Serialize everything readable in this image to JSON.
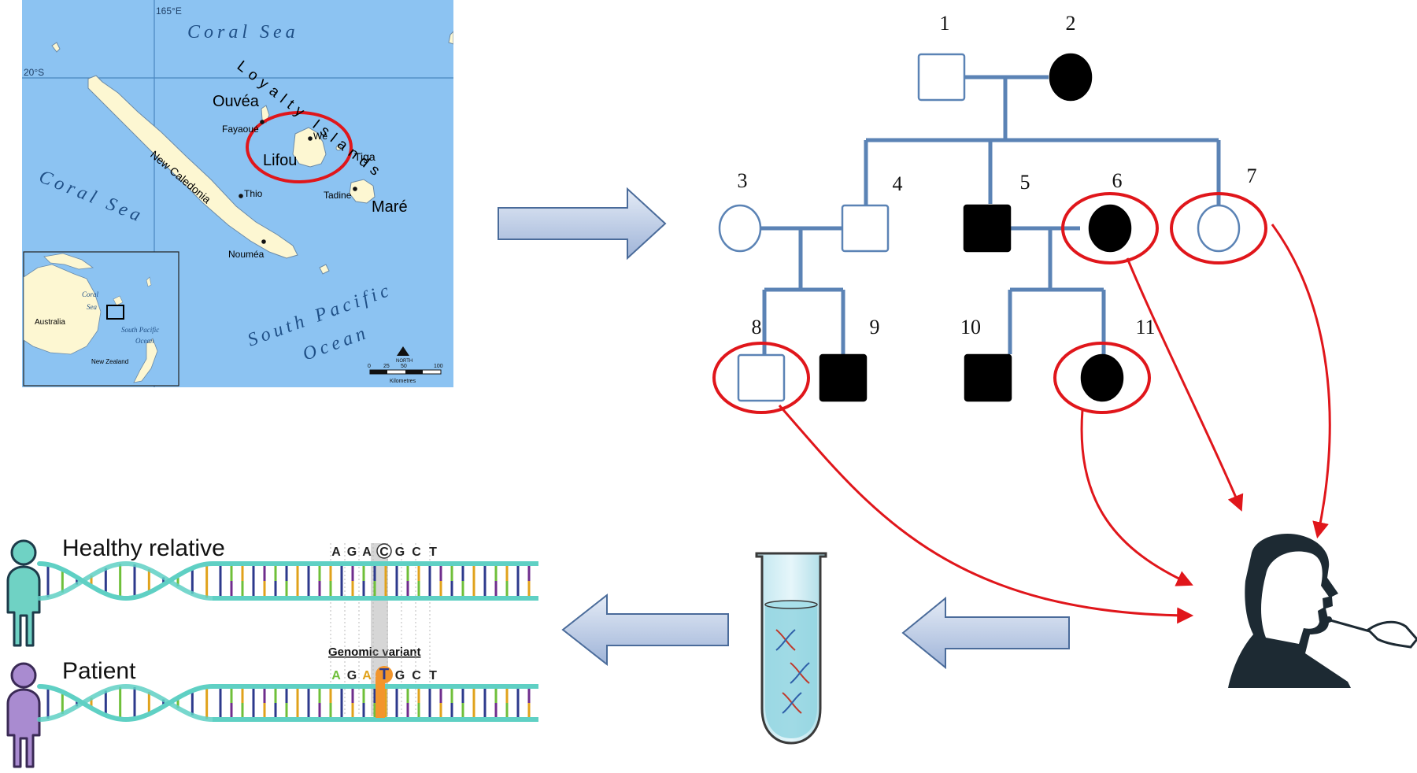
{
  "colors": {
    "ocean": "#8cc3f2",
    "land": "#fdf7d2",
    "highlight": "#e0161b",
    "pedigree_line": "#5b83b5",
    "arrow_fill": "#c9d6ec",
    "arrow_stroke": "#4a6b9a",
    "dna_teal": "#5fd0c4",
    "healthy": "#6fd2c4",
    "patient": "#a98bd0",
    "person_dark": "#1d2a33"
  },
  "map": {
    "longitude_label": "165°E",
    "latitude_label": "20°S",
    "coral_sea_top": "Coral Sea",
    "coral_sea_left": "Coral Sea",
    "loyalty_islands": "Loyalty Islands",
    "ouvea": "Ouvéa",
    "fayaoue": "Fayaoué",
    "we": "Wé",
    "lifou": "Lifou",
    "tiga": "Tiga",
    "new_caledonia": "New Caledonia",
    "thio": "Thio",
    "tadine": "Tadine",
    "mare": "Maré",
    "noumea": "Nouméa",
    "south_pacific_1": "South Pacific",
    "south_pacific_2": "Ocean",
    "north": "NORTH",
    "scale_0": "0",
    "scale_25": "25",
    "scale_50": "50",
    "scale_100": "100",
    "scale_unit": "Kilometres",
    "inset": {
      "australia": "Australia",
      "coral_1": "Coral",
      "coral_2": "Sea",
      "spo_1": "South Pacific",
      "spo_2": "Ocean",
      "new_zealand": "New Zealand"
    }
  },
  "pedigree": {
    "individuals": [
      {
        "id": "1",
        "label": "1",
        "sex": "male",
        "affected": false,
        "sampled": false
      },
      {
        "id": "2",
        "label": "2",
        "sex": "female",
        "affected": true,
        "sampled": false
      },
      {
        "id": "3",
        "label": "3",
        "sex": "female",
        "affected": false,
        "sampled": false
      },
      {
        "id": "4",
        "label": "4",
        "sex": "male",
        "affected": false,
        "sampled": false
      },
      {
        "id": "5",
        "label": "5",
        "sex": "male",
        "affected": true,
        "sampled": false
      },
      {
        "id": "6",
        "label": "6",
        "sex": "female",
        "affected": true,
        "sampled": true
      },
      {
        "id": "7",
        "label": "7",
        "sex": "female",
        "affected": false,
        "sampled": true
      },
      {
        "id": "8",
        "label": "8",
        "sex": "male",
        "affected": false,
        "sampled": true
      },
      {
        "id": "9",
        "label": "9",
        "sex": "male",
        "affected": true,
        "sampled": false
      },
      {
        "id": "10",
        "label": "10",
        "sex": "male",
        "affected": true,
        "sampled": false
      },
      {
        "id": "11",
        "label": "11",
        "sex": "female",
        "affected": true,
        "sampled": true
      }
    ]
  },
  "dna": {
    "healthy_label": "Healthy relative",
    "patient_label": "Patient",
    "variant_label": "Genomic variant",
    "healthy_sequence": [
      "A",
      "G",
      "A",
      "C",
      "G",
      "C",
      "T"
    ],
    "patient_sequence": [
      "A",
      "G",
      "A",
      "T",
      "G",
      "C",
      "T"
    ],
    "variant_index": 3
  }
}
